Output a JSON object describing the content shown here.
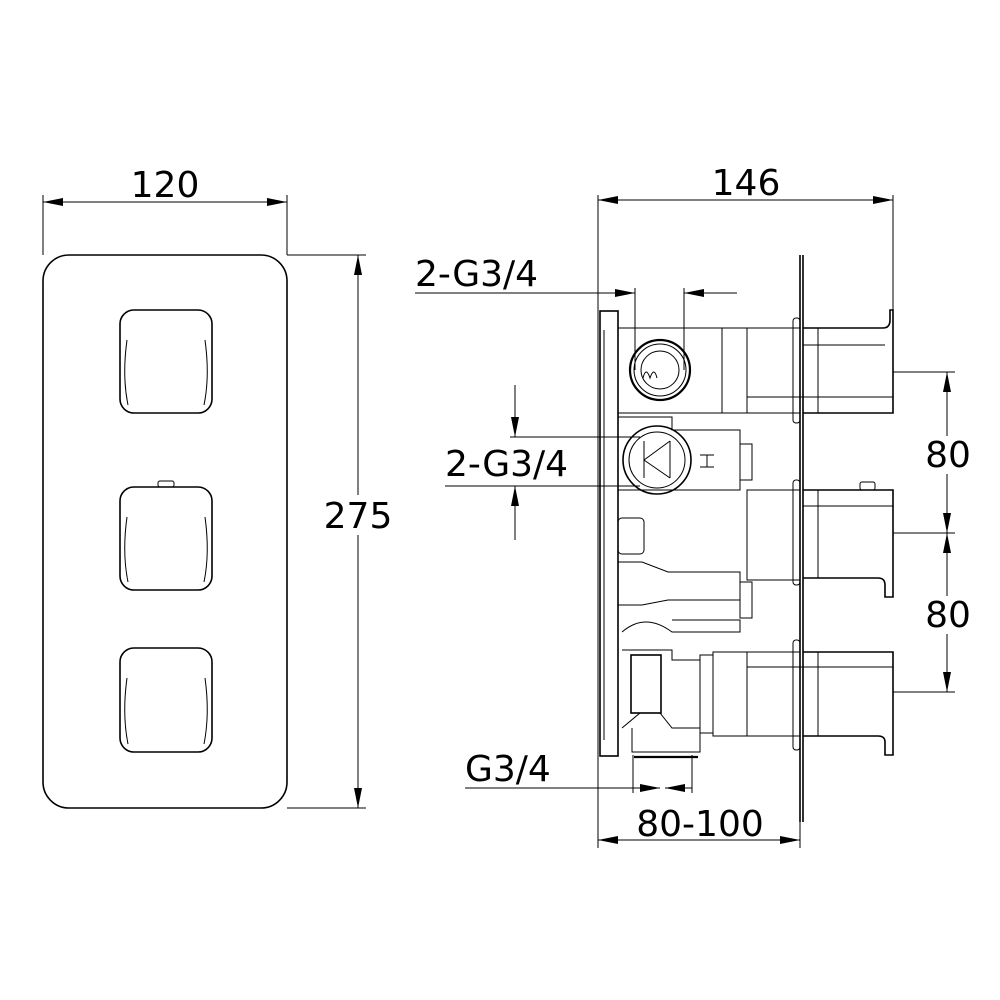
{
  "front_view": {
    "width_label": "120",
    "height_label": "275"
  },
  "side_view": {
    "depth_label": "146",
    "top_outlet_label": "2-G3/4",
    "inlet_label": "2-G3/4",
    "spacing_upper_label": "80",
    "spacing_lower_label": "80",
    "bottom_outlet_label": "G3/4",
    "wall_depth_label": "80-100"
  },
  "colors": {
    "line": "#000000",
    "background": "#ffffff"
  }
}
